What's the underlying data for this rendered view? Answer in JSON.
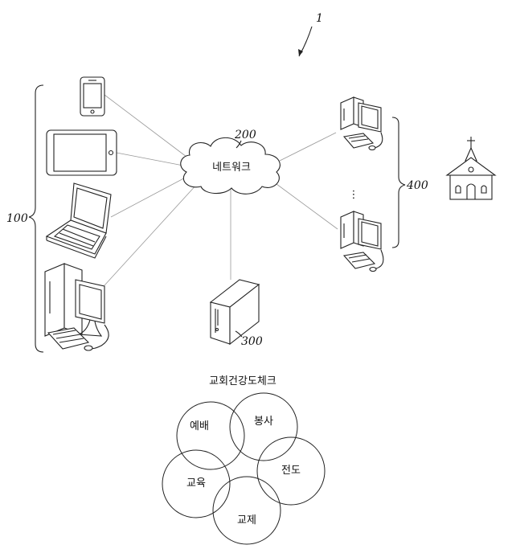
{
  "figure_ref": "1",
  "network": {
    "label": "네트워크",
    "ref": "200"
  },
  "user_terminals": {
    "ref": "100"
  },
  "server": {
    "ref": "300"
  },
  "church_terminals": {
    "ref": "400",
    "ellipsis": "⋮"
  },
  "health_check": {
    "title": "교회건강도체크",
    "circles": [
      {
        "label": "예배"
      },
      {
        "label": "봉사"
      },
      {
        "label": "전도"
      },
      {
        "label": "교육"
      },
      {
        "label": "교제"
      }
    ]
  }
}
